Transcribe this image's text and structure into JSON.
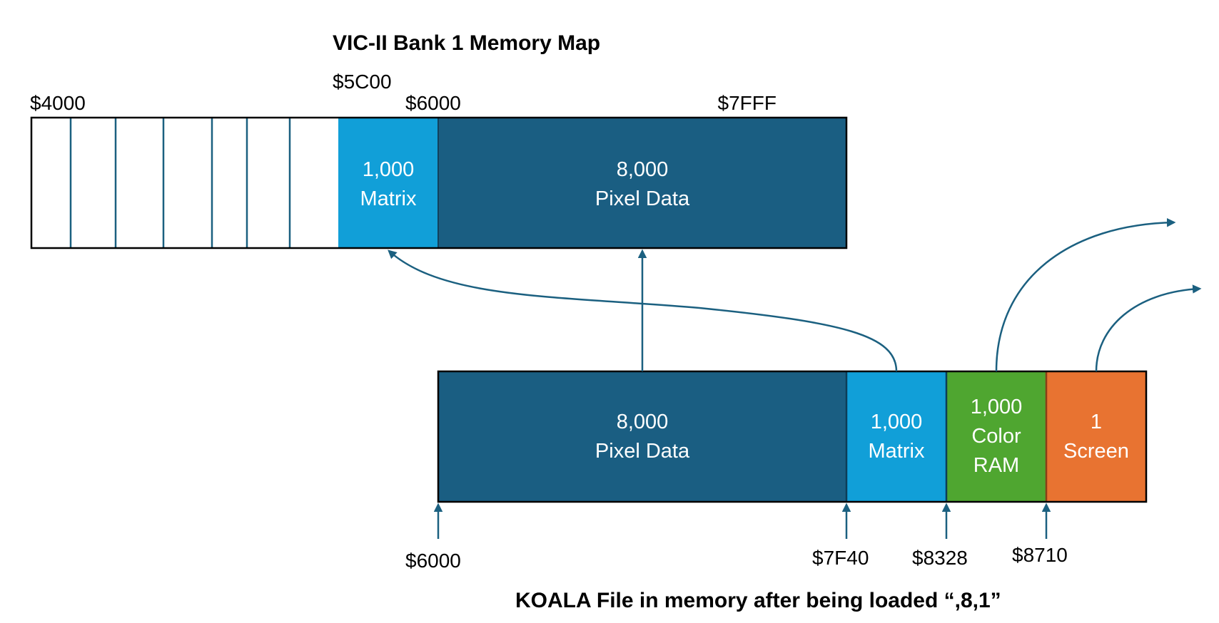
{
  "top_map": {
    "title": "VIC-II Bank 1 Memory Map",
    "labels": {
      "start": "$4000",
      "screen": "$5C00",
      "bitmap": "$6000",
      "end": "$7FFF"
    },
    "blocks": [
      {
        "line1": "1,000",
        "line2": "Matrix",
        "color": "#119fd8"
      },
      {
        "line1": "8,000",
        "line2": "Pixel Data",
        "color": "#1a5e82"
      }
    ]
  },
  "koala": {
    "title": "KOALA File  in memory after being loaded “,8,1”",
    "blocks": [
      {
        "lines": [
          "8,000",
          "Pixel Data"
        ],
        "color": "#1a5e82"
      },
      {
        "lines": [
          "1,000",
          "Matrix"
        ],
        "color": "#119fd8"
      },
      {
        "lines": [
          "1,000",
          "Color",
          "RAM"
        ],
        "color": "#4fa630"
      },
      {
        "lines": [
          "1",
          "Screen"
        ],
        "color": "#e87331"
      }
    ],
    "addresses": [
      "$6000",
      "$7F40",
      "$8328",
      "$8710"
    ]
  },
  "colors": {
    "outline": "#000000",
    "arrow": "#1b6080",
    "divider": "#1b6080"
  }
}
